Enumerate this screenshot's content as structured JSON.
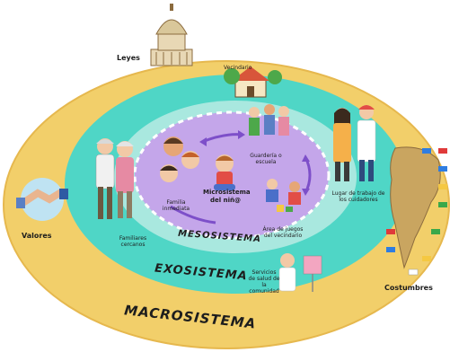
{
  "diagram": {
    "layers": {
      "macro": "MACROSISTEMA",
      "exo": "EXOSISTEMA",
      "meso": "MESOSISTEMA",
      "micro": "Microsistema del niñ@"
    },
    "labels": {
      "leyes": "Leyes",
      "valores": "Valores",
      "costumbres": "Costumbres",
      "vecindario": "Vecindario",
      "familiares": "Familiares cercanos",
      "lugar_trabajo": "Lugar de trabajo de los cuidadores",
      "servicios": "Servicios de salud de la comunidad",
      "familia": "Familia inmediata",
      "guarderia": "Guardería o escuela",
      "area_juegos": "Área de juegos del vecindario"
    },
    "colors": {
      "macro": "#f2cf6a",
      "exo": "#4fd6c6",
      "meso": "#a9e8df",
      "micro": "#c4a6ea"
    }
  }
}
